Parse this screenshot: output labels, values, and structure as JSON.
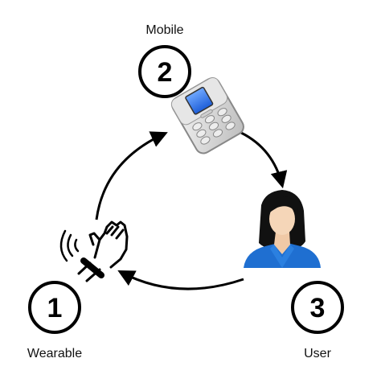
{
  "nodes": [
    {
      "number": "1",
      "label": "Wearable",
      "icon": "wearable-wrist-hand-icon"
    },
    {
      "number": "2",
      "label": "Mobile",
      "icon": "mobile-phone-icon"
    },
    {
      "number": "3",
      "label": "User",
      "icon": "user-person-icon"
    }
  ],
  "colors": {
    "stroke": "#000000",
    "background": "#ffffff",
    "shirt": "#1f6fd1",
    "skin": "#f5d6b8",
    "hair": "#111111",
    "phone_screen": "#1e5ed8",
    "phone_body": "#dcdcdc"
  }
}
